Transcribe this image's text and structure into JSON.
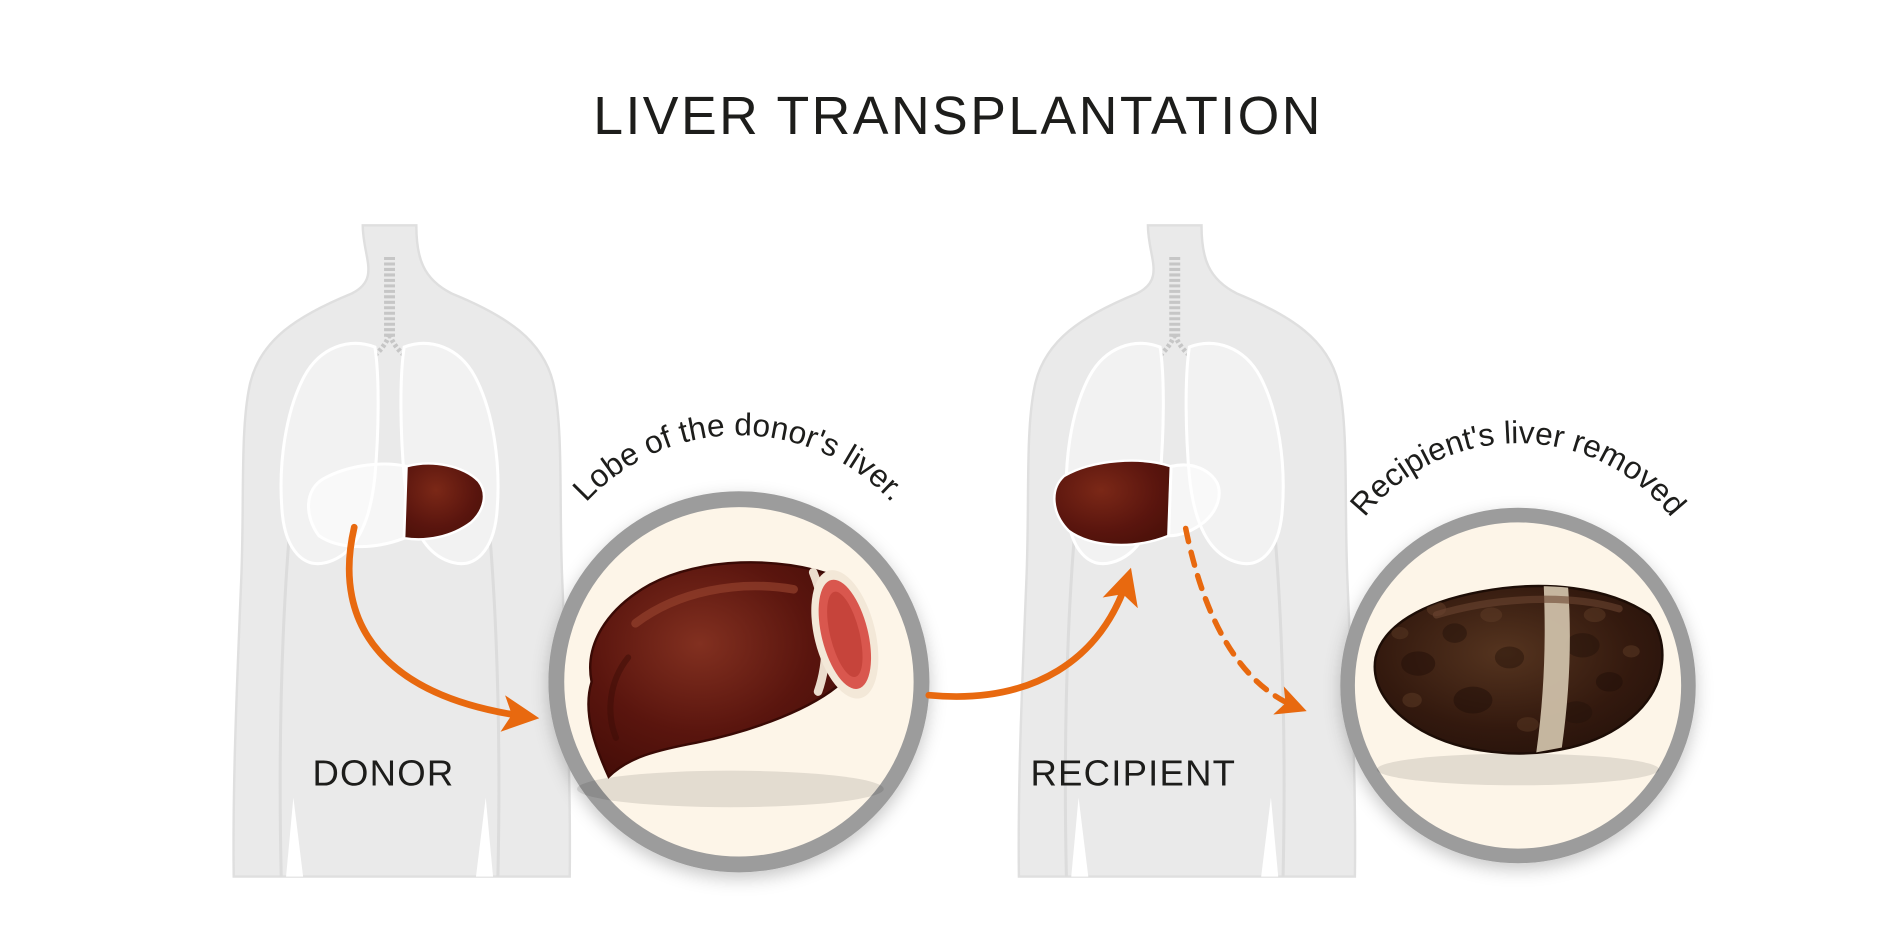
{
  "title": "LIVER TRANSPLANTATION",
  "figures": {
    "donor": {
      "label": "DONOR"
    },
    "recipient": {
      "label": "RECIPIENT"
    }
  },
  "insets": {
    "donor_lobe": {
      "caption": "Lobe of the donor's liver."
    },
    "removed_liver": {
      "caption": "Recipient's liver removed"
    }
  },
  "colors": {
    "accent_orange": "#e8690f",
    "text": "#1d1d1b",
    "torso_gray": "#eaeaea",
    "circle_ring_gray": "#9c9c9c",
    "circle_fill_cream": "#fdf5e8",
    "liver_dark_red": "#5a150e",
    "cut_surface_red": "#d9574e",
    "diseased_liver_brown": "#33190e"
  }
}
